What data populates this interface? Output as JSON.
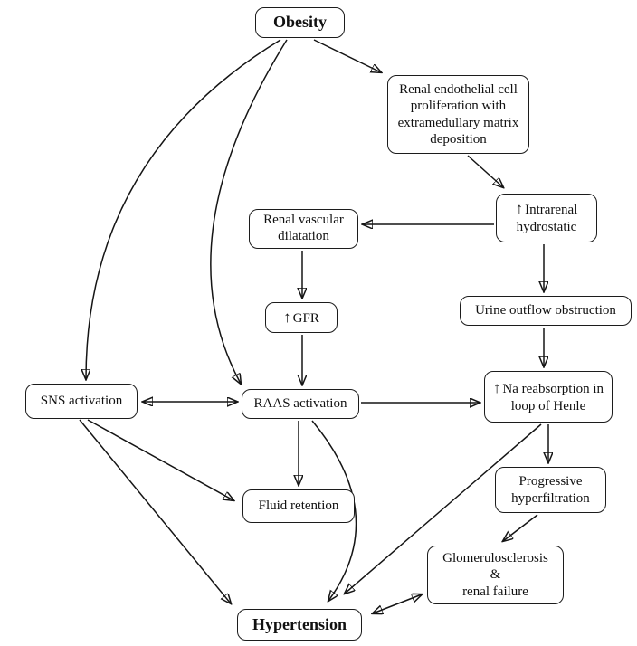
{
  "diagram": {
    "description": "Flowchart of obesity-related mechanisms leading to hypertension",
    "colors": {
      "background": "#ffffff",
      "box_border": "#1c1c1c",
      "text": "#111111",
      "arrow": "#151515"
    },
    "up_arrow_glyph": "↑",
    "nodes": {
      "obesity": {
        "label": "Obesity"
      },
      "renal_endothelial": {
        "label": "Renal endothelial cell proliferation with extramedullary matrix deposition"
      },
      "intrarenal_hydrostatic": {
        "arrow_icon": "↑",
        "label": "Intrarenal hydrostatic"
      },
      "renal_vascular_dilatation": {
        "label": "Renal vascular dilatation"
      },
      "gfr": {
        "arrow_icon": "↑",
        "label": "GFR"
      },
      "urine_outflow_obstruction": {
        "label": "Urine outflow obstruction"
      },
      "sns_activation": {
        "label": "SNS activation"
      },
      "raas_activation": {
        "label": "RAAS activation"
      },
      "na_reabsorption": {
        "arrow_icon": "↑",
        "label": "Na reabsorption in loop of Henle"
      },
      "fluid_retention": {
        "label": "Fluid retention"
      },
      "progressive_hyperfiltration": {
        "label": "Progressive hyperfiltration"
      },
      "glomerulosclerosis": {
        "lines": [
          "Glomerulosclerosis",
          "&",
          "renal failure"
        ]
      },
      "hypertension": {
        "label": "Hypertension"
      }
    },
    "edges": [
      {
        "from": "obesity",
        "to": "renal_endothelial",
        "type": "single"
      },
      {
        "from": "obesity",
        "to": "sns_activation",
        "type": "single-curved"
      },
      {
        "from": "obesity",
        "to": "raas_activation",
        "type": "single-curved"
      },
      {
        "from": "renal_endothelial",
        "to": "intrarenal_hydrostatic",
        "type": "single"
      },
      {
        "from": "intrarenal_hydrostatic",
        "to": "renal_vascular_dilatation",
        "type": "single"
      },
      {
        "from": "intrarenal_hydrostatic",
        "to": "urine_outflow_obstruction",
        "type": "single"
      },
      {
        "from": "renal_vascular_dilatation",
        "to": "gfr",
        "type": "single"
      },
      {
        "from": "gfr",
        "to": "raas_activation",
        "type": "single"
      },
      {
        "from": "urine_outflow_obstruction",
        "to": "na_reabsorption",
        "type": "single"
      },
      {
        "from": "sns_activation",
        "to": "raas_activation",
        "type": "double"
      },
      {
        "from": "raas_activation",
        "to": "na_reabsorption",
        "type": "single"
      },
      {
        "from": "raas_activation",
        "to": "fluid_retention",
        "type": "single"
      },
      {
        "from": "raas_activation",
        "to": "hypertension",
        "type": "single-curved"
      },
      {
        "from": "sns_activation",
        "to": "fluid_retention",
        "type": "single"
      },
      {
        "from": "sns_activation",
        "to": "hypertension",
        "type": "single"
      },
      {
        "from": "na_reabsorption",
        "to": "progressive_hyperfiltration",
        "type": "single"
      },
      {
        "from": "na_reabsorption",
        "to": "hypertension",
        "type": "single"
      },
      {
        "from": "progressive_hyperfiltration",
        "to": "glomerulosclerosis",
        "type": "single"
      },
      {
        "from": "glomerulosclerosis",
        "to": "hypertension",
        "type": "double"
      }
    ]
  }
}
